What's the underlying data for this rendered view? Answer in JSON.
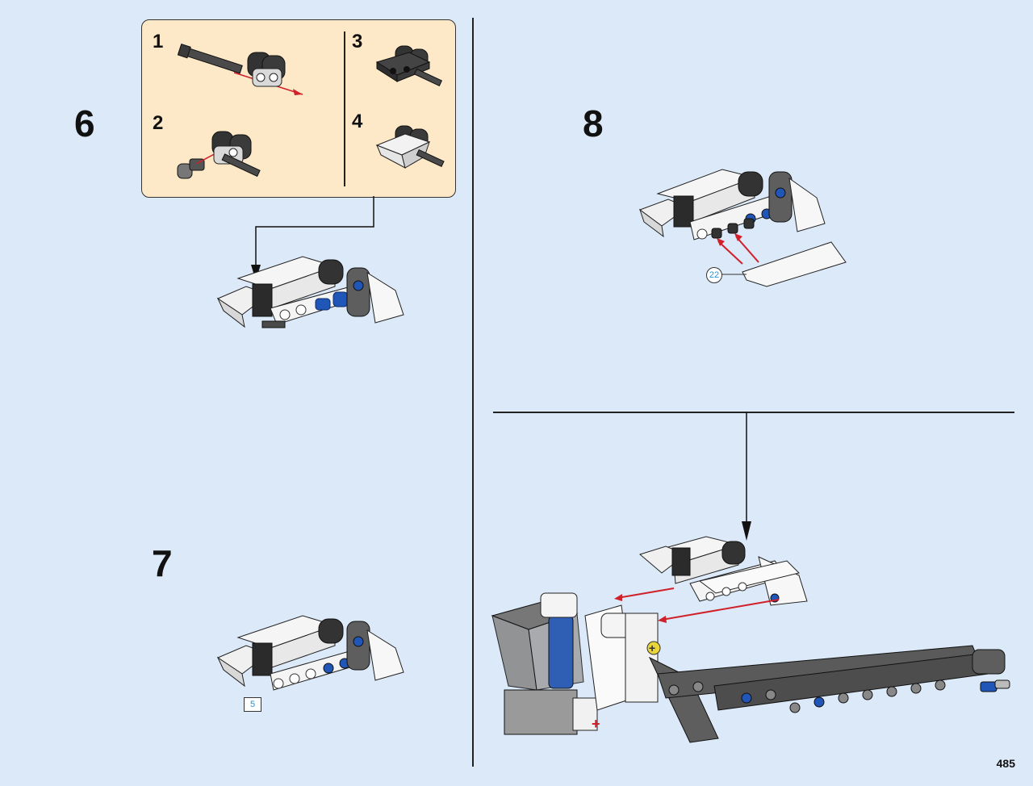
{
  "steps": {
    "s6": "6",
    "s7": "7",
    "s8": "8"
  },
  "substeps": {
    "a": "1",
    "b": "2",
    "c": "3",
    "d": "4"
  },
  "callouts": {
    "part_count": "22",
    "build_ref": "5"
  },
  "page_number": "485",
  "colors": {
    "background": "#dce9f8",
    "subpanel": "#fde9c7",
    "arrow_red": "#d0202a",
    "brick_white": "#f4f4f4",
    "brick_black": "#2b2b2b",
    "brick_blue": "#1f56b8",
    "brick_grey": "#5e5e5e"
  }
}
